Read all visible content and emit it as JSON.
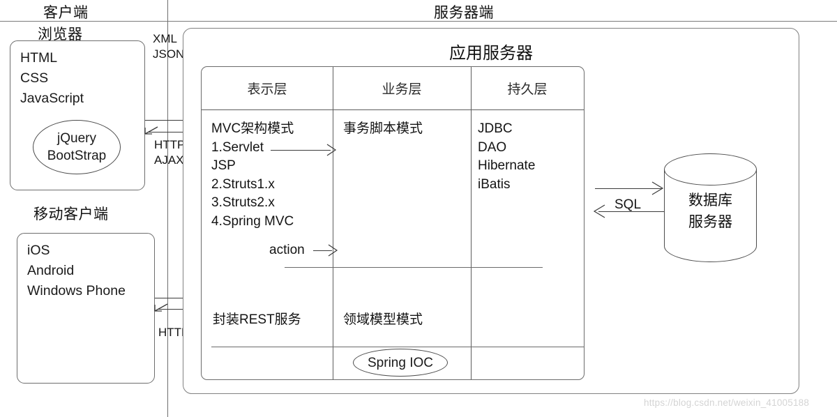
{
  "diagram": {
    "sections": {
      "client_title": "客户端",
      "server_title": "服务器端"
    },
    "client": {
      "browser": {
        "caption": "浏览器",
        "items": [
          "HTML",
          "CSS",
          "JavaScript"
        ],
        "library_bubble": [
          "jQuery",
          "BootStrap"
        ]
      },
      "mobile": {
        "caption": "移动客户端",
        "items": [
          "iOS",
          "Android",
          "Windows Phone"
        ]
      }
    },
    "connectors": {
      "payload_format": [
        "XML",
        "JSON"
      ],
      "browser_protocol": [
        "HTTP",
        "AJAX"
      ],
      "mobile_protocol": "HTTP",
      "db_protocol": "SQL"
    },
    "server": {
      "app_server_title": "应用服务器",
      "columns": [
        {
          "header": "表示层",
          "pattern": "MVC架构模式",
          "items": [
            "1.Servlet",
            "   JSP",
            "2.Struts1.x",
            "3.Struts2.x",
            "4.Spring MVC"
          ],
          "flow_label": "action",
          "bottom_item": "封装REST服务"
        },
        {
          "header": "业务层",
          "pattern": "事务脚本模式",
          "items": [],
          "bottom_item": "领域模型模式"
        },
        {
          "header": "持久层",
          "pattern": "",
          "items": [
            "JDBC",
            "DAO",
            "Hibernate",
            "iBatis"
          ],
          "bottom_item": ""
        }
      ],
      "container_bubble": "Spring IOC"
    },
    "database": {
      "label_lines": [
        "数据库",
        "服务器"
      ]
    },
    "watermark": "https://blog.csdn.net/weixin_41005188"
  }
}
